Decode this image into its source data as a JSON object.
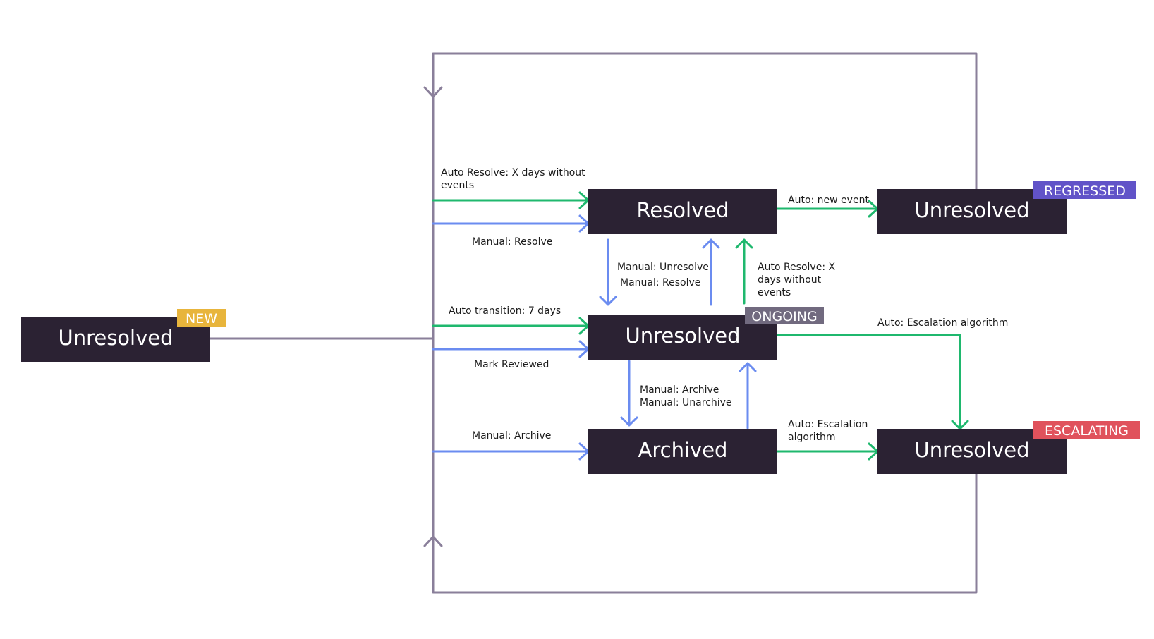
{
  "colors": {
    "node_fill": "#2b2233",
    "node_text": "#ffffff",
    "frame_line": "#8a7f9a",
    "auto_line": "#1fb86e",
    "manual_line": "#6b8cf0",
    "badge_new": "#e8b53c",
    "badge_ongoing": "#716a7f",
    "badge_regressed": "#6153c8",
    "badge_escalating": "#e0525c"
  },
  "nodes": {
    "new_unresolved": "Unresolved",
    "resolved": "Resolved",
    "ongoing_unresolved": "Unresolved",
    "archived": "Archived",
    "regressed_unresolved": "Unresolved",
    "escalating_unresolved": "Unresolved"
  },
  "badges": {
    "new": "NEW",
    "ongoing": "ONGOING",
    "regressed": "REGRESSED",
    "escalating": "ESCALATING"
  },
  "edges": {
    "auto_resolve_line1": "Auto Resolve: X days without",
    "auto_resolve_line2": "events",
    "manual_resolve": "Manual: Resolve",
    "auto_transition": "Auto transition: 7 days",
    "mark_reviewed": "Mark Reviewed",
    "manual_archive_left": "Manual: Archive",
    "mid_manual_unresolve": "Manual: Unresolve",
    "mid_manual_resolve": "Manual: Resolve",
    "mid_auto_resolve_1": "Auto Resolve: X",
    "mid_auto_resolve_2": "days without",
    "mid_auto_resolve_3": "events",
    "lower_manual_archive": "Manual: Archive",
    "lower_manual_unarchive": "Manual: Unarchive",
    "auto_new_event": "Auto: new event",
    "auto_escalation_top": "Auto: Escalation algorithm",
    "auto_escalation_bottom_1": "Auto: Escalation",
    "auto_escalation_bottom_2": "algorithm"
  }
}
